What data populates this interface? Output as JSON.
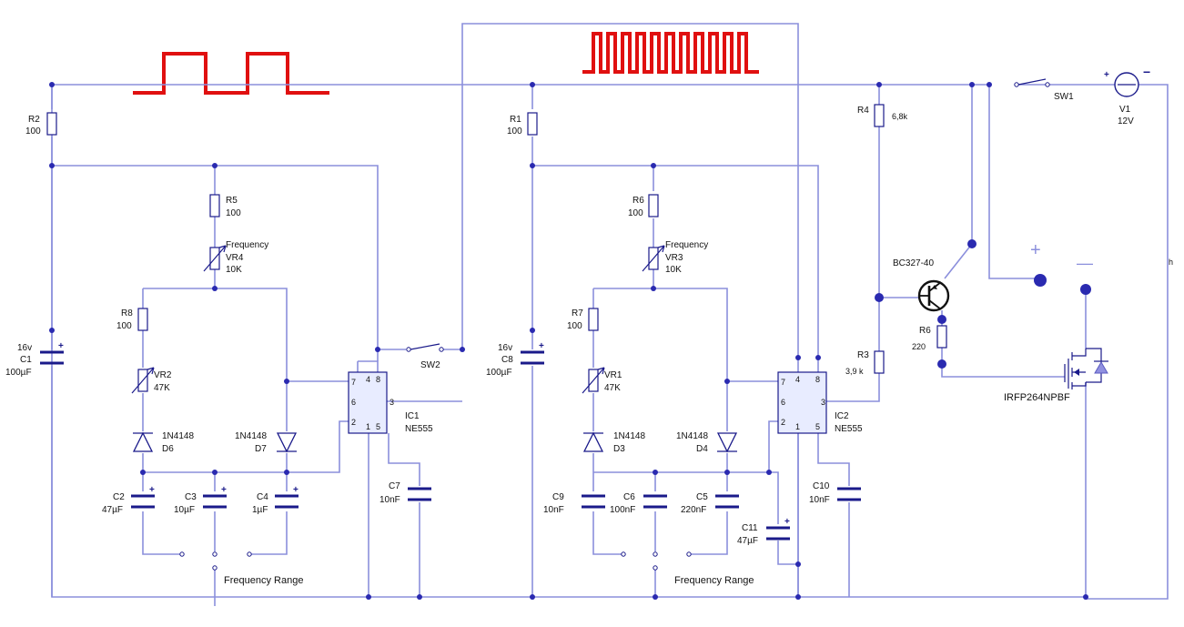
{
  "diagram": {
    "resistors": {
      "R2": {
        "name": "R2",
        "value": "100"
      },
      "R1": {
        "name": "R1",
        "value": "100"
      },
      "R5": {
        "name": "R5",
        "value": "100"
      },
      "R6a": {
        "name": "R6",
        "value": "100"
      },
      "R8": {
        "name": "R8",
        "value": "100"
      },
      "R7": {
        "name": "R7",
        "value": "100"
      },
      "R4": {
        "name": "R4",
        "value": "6,8k"
      },
      "R3": {
        "name": "R3",
        "value": "3,9 k"
      },
      "R6b": {
        "name": "R6",
        "value": "220"
      }
    },
    "pots": {
      "VR4": {
        "label": "Frequency",
        "name": "VR4",
        "value": "10K"
      },
      "VR3": {
        "label": "Frequency",
        "name": "VR3",
        "value": "10K"
      },
      "VR2": {
        "name": "VR2",
        "value": "47K"
      },
      "VR1": {
        "name": "VR1",
        "value": "47K"
      }
    },
    "caps": {
      "C1": {
        "voltage": "16v",
        "name": "C1",
        "value": "100µF"
      },
      "C8": {
        "voltage": "16v",
        "name": "C8",
        "value": "100µF"
      },
      "C2": {
        "name": "C2",
        "value": "47µF"
      },
      "C3": {
        "name": "C3",
        "value": "10µF"
      },
      "C4": {
        "name": "C4",
        "value": "1µF"
      },
      "C7": {
        "name": "C7",
        "value": "10nF"
      },
      "C9": {
        "name": "C9",
        "value": "10nF"
      },
      "C6": {
        "name": "C6",
        "value": "100nF"
      },
      "C5": {
        "name": "C5",
        "value": "220nF"
      },
      "C11": {
        "name": "C11",
        "value": "47µF"
      },
      "C10": {
        "name": "C10",
        "value": "10nF"
      }
    },
    "diodes": {
      "D6": {
        "type": "1N4148",
        "name": "D6"
      },
      "D7": {
        "type": "1N4148",
        "name": "D7"
      },
      "D3": {
        "type": "1N4148",
        "name": "D3"
      },
      "D4": {
        "type": "1N4148",
        "name": "D4"
      }
    },
    "ics": {
      "IC1": {
        "name": "IC1",
        "part": "NE555",
        "pins": [
          "4",
          "8",
          "7",
          "6",
          "2",
          "1",
          "5",
          "3"
        ]
      },
      "IC2": {
        "name": "IC2",
        "part": "NE555",
        "pins": [
          "4",
          "8",
          "7",
          "6",
          "2",
          "1",
          "5",
          "3"
        ]
      }
    },
    "switches": {
      "SW1": "SW1",
      "SW2": "SW2"
    },
    "source": {
      "name": "V1",
      "value": "12V",
      "plus": "+",
      "minus": "−"
    },
    "transistor": "BC327-40",
    "mosfet": "IRFP264NPBF",
    "range_label_1": "Frequency Range",
    "range_label_2": "Frequency Range",
    "plus": "+",
    "minus": "—",
    "edge_mark": "h",
    "colors": {
      "wire": "#8b8fdc",
      "component": "#1a1a8a",
      "signal": "#e01010",
      "node": "#2a2ab0"
    }
  }
}
